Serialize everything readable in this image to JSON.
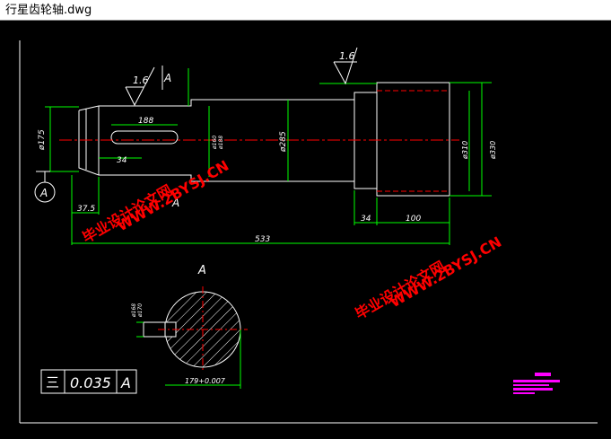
{
  "window": {
    "title": "行星齿轮轴.dwg"
  },
  "drawing": {
    "roughness_left": "1.6",
    "datum_top": "A",
    "roughness_right": "1.6",
    "dim_key_length": "188",
    "dim_key_offset": "34",
    "dim_diameter_175": "ø175",
    "dim_main_diameter": "ø285",
    "dim_tol_1": "ø160",
    "dim_tol_2": "ø188",
    "dim_d310": "ø310",
    "dim_d330": "ø330",
    "dim_37_5": "37.5",
    "dim_34": "34",
    "dim_100": "100",
    "dim_533": "533",
    "view_label_a": "A",
    "section_label": "A",
    "key_width_tol": "179+0.007",
    "section_dim_1": "ø168",
    "section_dim_2": "ø170",
    "datum_circle": "A",
    "tolerance_symbol": "三",
    "tolerance_value": "0.035",
    "tolerance_datum": "A"
  },
  "watermarks": [
    {
      "line1": "毕业设计论文网",
      "line2": "WWW.2BYSJ.CN"
    },
    {
      "line1": "毕业设计论文网",
      "line2": "WWW.2BYSJ.CN"
    }
  ],
  "colors": {
    "line": "#00ff00",
    "outline": "#ffffff",
    "center": "#ff0000",
    "watermark": "#ff0000",
    "block": "#ff00ff"
  }
}
